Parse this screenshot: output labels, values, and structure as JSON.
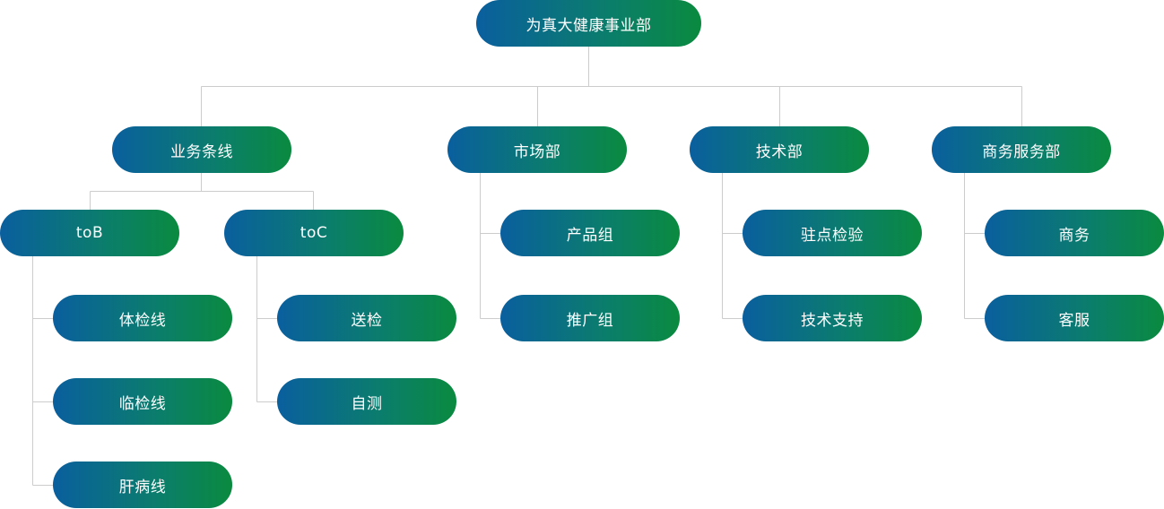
{
  "org": {
    "root": "为真大健康事业部",
    "departments": {
      "business": {
        "label": "业务条线",
        "groups": {
          "tob": {
            "label": "toB",
            "items": [
              "体检线",
              "临检线",
              "肝病线"
            ]
          },
          "toc": {
            "label": "toC",
            "items": [
              "送检",
              "自测"
            ]
          }
        }
      },
      "marketing": {
        "label": "市场部",
        "items": [
          "产品组",
          "推广组"
        ]
      },
      "tech": {
        "label": "技术部",
        "items": [
          "驻点检验",
          "技术支持"
        ]
      },
      "commerce": {
        "label": "商务服务部",
        "items": [
          "商务",
          "客服"
        ]
      }
    }
  },
  "colors": {
    "gradient_start": "#0a5f9e",
    "gradient_end": "#0a8a3f",
    "connector": "#cccccc"
  }
}
